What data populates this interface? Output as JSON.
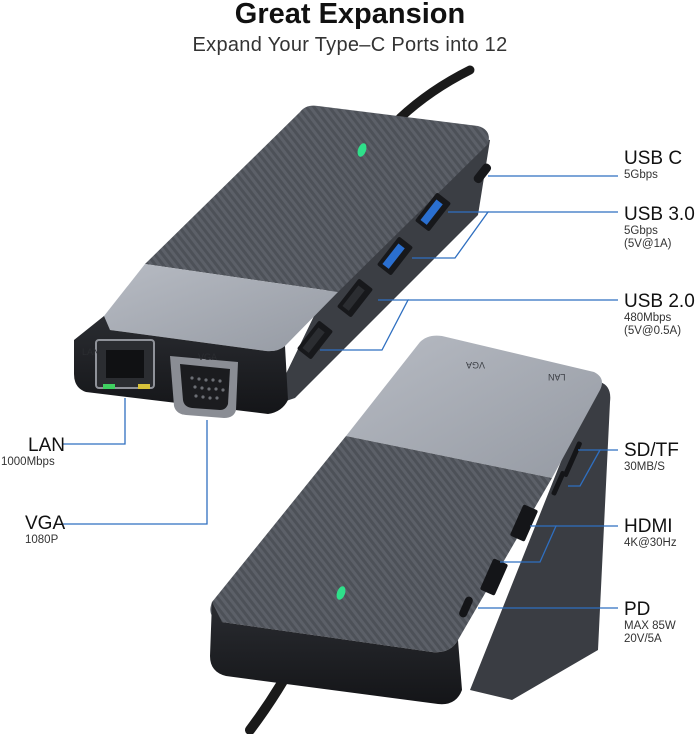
{
  "header": {
    "title": "Great Expansion",
    "subtitle": "Expand Your Type–C Ports into 12"
  },
  "device_labels": {
    "top_lan": "LAN",
    "top_vga": "VGA",
    "bottom_vga": "VGA",
    "bottom_lan": "LAN"
  },
  "ports": {
    "usb_c": {
      "name": "USB C",
      "details": [
        "5Gbps"
      ]
    },
    "usb3": {
      "name": "USB 3.0",
      "details": [
        "5Gbps",
        "(5V@1A)"
      ]
    },
    "usb2": {
      "name": "USB 2.0",
      "details": [
        "480Mbps",
        "(5V@0.5A)"
      ]
    },
    "lan": {
      "name": "LAN",
      "details": [
        "1000Mbps"
      ]
    },
    "vga": {
      "name": "VGA",
      "details": [
        "1080P"
      ]
    },
    "sdtf": {
      "name": "SD/TF",
      "details": [
        "30MB/S"
      ]
    },
    "hdmi": {
      "name": "HDMI",
      "details": [
        "4K@30Hz"
      ]
    },
    "pd": {
      "name": "PD",
      "details": [
        "MAX 85W",
        "20V/5A"
      ]
    }
  },
  "colors": {
    "callout_line": "#2f6fc0",
    "led": "#2fe08a",
    "usb3_blue": "#2a6fd0",
    "body_dark": "#5a5e66",
    "body_light": "#a9adb6",
    "front_dark": "#1e2024"
  }
}
